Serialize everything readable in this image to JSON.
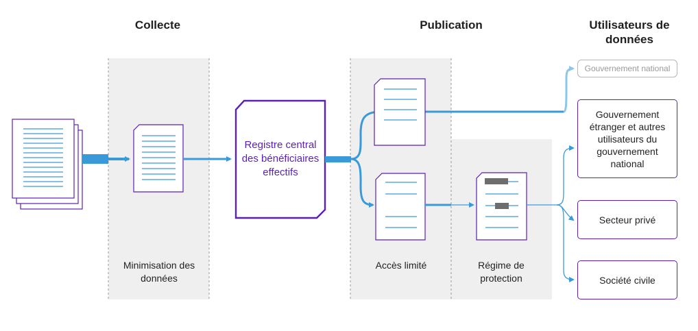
{
  "headings": {
    "collecte": "Collecte",
    "publication": "Publication",
    "utilisateurs": "Utilisateurs de données"
  },
  "zones": {
    "minimisation": "Minimisation des données",
    "acces_limite": "Accès limité",
    "regime_protection": "Régime de protection"
  },
  "registry": "Registre central des bénéficiaires effectifs",
  "users": {
    "gouvernement_national": "Gouvernement national",
    "gouvernement_etranger": "Gouvernement étranger et autres utilisateurs du gouvernement national",
    "secteur_prive": "Secteur privé",
    "societe_civile": "Société civile"
  },
  "colors": {
    "accent": "#5b1fb8",
    "flow": "#3a9ad9",
    "flow_light": "#8cc6ea",
    "zone": "#efefef",
    "redaction": "#6d6d6d"
  }
}
